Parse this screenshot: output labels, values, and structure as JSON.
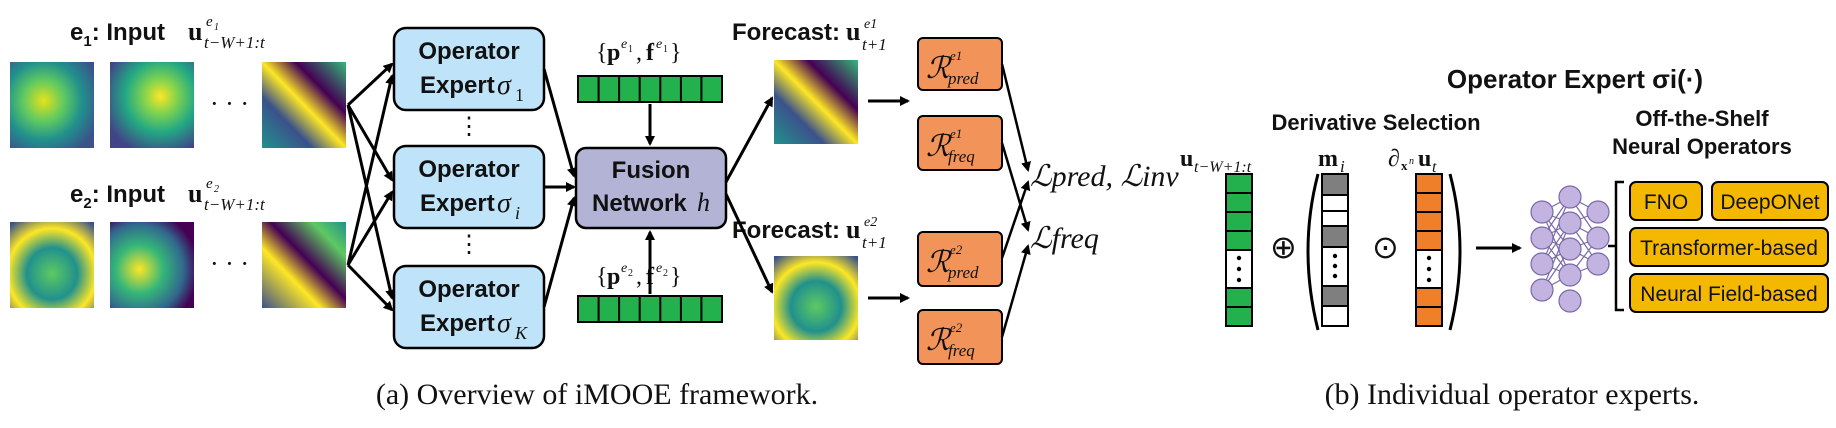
{
  "panel_a": {
    "env1": {
      "prefix": "e",
      "sub": "1",
      "label": ": Input",
      "var": "u",
      "sub_expr": "t−W+1:t",
      "sup": "e",
      "sup_sub": "1"
    },
    "env2": {
      "prefix": "e",
      "sub": "2",
      "label": ": Input",
      "var": "u",
      "sub_expr": "t−W+1:t",
      "sup": "e",
      "sup_sub": "2"
    },
    "ellipsis": "· · ·",
    "experts": [
      {
        "line1": "Operator",
        "line2": "Expert",
        "sym": "σ",
        "idx": "1"
      },
      {
        "line1": "Operator",
        "line2": "Expert",
        "sym": "σ",
        "idx": "i"
      },
      {
        "line1": "Operator",
        "line2": "Expert",
        "sym": "σ",
        "idx": "K"
      }
    ],
    "vdots": "⋮",
    "fusion": {
      "line1": "Fusion",
      "line2": "Network",
      "sym": "h"
    },
    "pf1": "{p^e1, f^e1}",
    "pf2": "{p^e2, f^e2}",
    "forecast1": {
      "label": "Forecast:",
      "var": "u",
      "sub": "t+1",
      "sup": "e1"
    },
    "forecast2": {
      "label": "Forecast:",
      "var": "u",
      "sub": "t+1",
      "sup": "e2"
    },
    "losses": [
      {
        "sup": "e1",
        "sub": "pred"
      },
      {
        "sup": "e1",
        "sub": "freq"
      },
      {
        "sup": "e2",
        "sub": "pred"
      },
      {
        "sup": "e2",
        "sub": "freq"
      }
    ],
    "loss_total1": "ℒpred, ℒinv",
    "loss_total2": "ℒfreq",
    "caption": "(a) Overview of iMOOE framework."
  },
  "panel_b": {
    "title": "Operator Expert σi(·)",
    "derivative_selection": "Derivative Selection",
    "u_label": "u t−W+1:t",
    "m_label": "m i",
    "d_label": "∂x^n u t",
    "off_the_shelf_line1": "Off-the-Shelf",
    "off_the_shelf_line2": "Neural Operators",
    "operators": [
      "FNO",
      "DeepONet",
      "Transformer-based",
      "Neural Field-based"
    ],
    "caption": "(b) Individual operator experts."
  },
  "colors": {
    "expert_fill": "#bfe3f8",
    "fusion_fill": "#b3b3d6",
    "loss_fill": "#f2935a",
    "green": "#22b14c",
    "orange": "#f07f2a",
    "gray": "#7f7f7f",
    "op_fill": "#f5b800",
    "neuron": "#c3b3e0"
  }
}
